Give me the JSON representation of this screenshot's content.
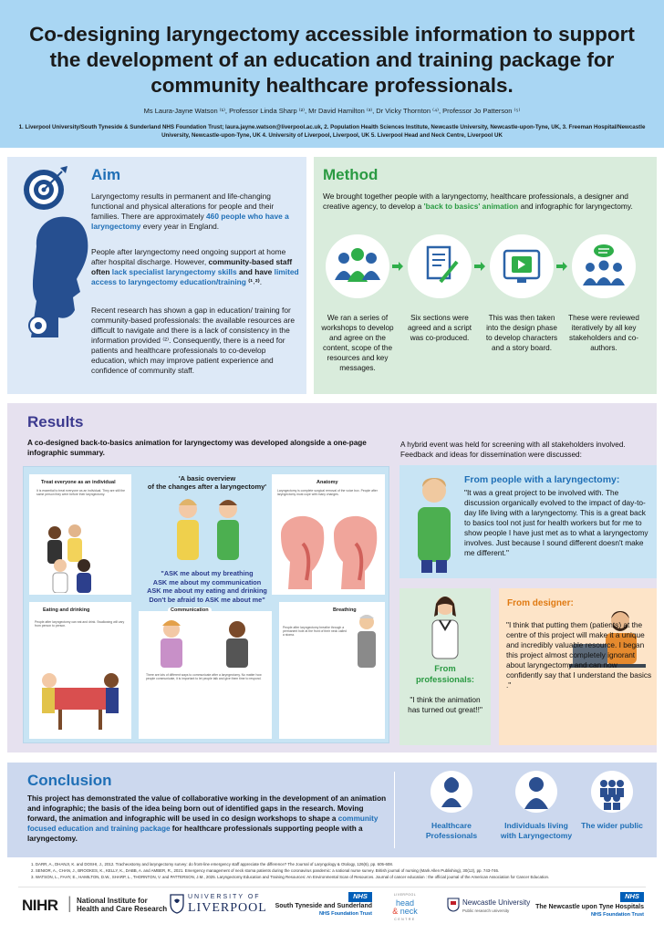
{
  "header": {
    "title": "Co-designing laryngectomy accessible information to support the development of an education and training package for community healthcare professionals.",
    "authors": "Ms Laura-Jayne Watson ⁽¹⁾, Professor Linda Sharp ⁽²⁾, Mr David Hamilton ⁽³⁾, Dr Vicky Thornton ⁽⁴⁾, Professor Jo Patterson ⁽⁵⁾",
    "affiliations": "1. Liverpool University/South Tyneside & Sunderland NHS Foundation Trust; laura.jayne.watson@liverpool.ac.uk, 2. Population Health Sciences Institute, Newcastle University, Newcastle-upon-Tyne, UK, 3. Freeman Hospital/Newcastle University, Newcastle-upon-Tyne, UK 4. University of Liverpool, Liverpool, UK 5. Liverpool Head and Neck Centre, Liverpool UK"
  },
  "aim": {
    "heading": "Aim",
    "icon": "target-icon",
    "p1_a": "Laryngectomy results in permanent and life-changing functional and physical alterations for people and their families. There are approximately ",
    "p1_hl": "460 people who have a laryngectomy",
    "p1_b": " every year in England.",
    "p2_a": "People after laryngectomy need ongoing support at home after hospital discharge. However, ",
    "p2_bold": "community-based staff often ",
    "p2_hl1": "lack specialist laryngectomy skills",
    "p2_mid": " and have ",
    "p2_hl2": "limited access to laryngectomy education/training",
    "p2_ref": " ⁽¹˒²⁾",
    "p2_end": ".",
    "p3": "Recent research has shown a gap in education/ training for community-based professionals: the available resources are difficult to navigate and there is a lack of consistency in the information provided ⁽²⁾. Consequently, there is a need for patients and healthcare professionals to co-develop education, which may improve patient experience and confidence of community staff."
  },
  "method": {
    "heading": "Method",
    "intro_a": "We brought together people with a laryngectomy, healthcare professionals, a designer and creative agency, to develop a ",
    "intro_hl": "'back to basics' animation",
    "intro_b": " and infographic for laryngectomy.",
    "steps": [
      {
        "icon": "workshop-group-icon",
        "text": "We ran a series of workshops to develop and agree on the content, scope of the resources and key messages."
      },
      {
        "icon": "script-document-icon",
        "text": "Six sections were agreed and a script was co-produced."
      },
      {
        "icon": "video-player-icon",
        "text": "This was then taken into the design phase to develop characters and a story board."
      },
      {
        "icon": "review-discussion-icon",
        "text": "These were reviewed iteratively by all key stakeholders and co-authors."
      }
    ],
    "colors": {
      "green": "#2a9a42",
      "arrow": "#2fae4a"
    }
  },
  "results": {
    "heading": "Results",
    "subheading": "A co-designed back-to-basics animation for laryngectomy was developed alongside a one-page infographic summary.",
    "hybrid": "A hybrid event was held for screening with all stakeholders involved. Feedback and ideas for dissemination were discussed:",
    "infographic": {
      "title_line1": "'A basic overview",
      "title_line2": "of the changes after a laryngectomy'",
      "sec_treat": "Treat everyone as an individual",
      "sec_anatomy": "Anatomy",
      "sec_eating": "Eating and drinking",
      "sec_comm": "Communication",
      "sec_breathing": "Breathing",
      "ask1": "\"ASK me about my breathing",
      "ask2": "ASK me about my communication",
      "ask3": "ASK me about my eating and drinking",
      "ask4": "Don't be afraid to ASK me about me\""
    },
    "pwl": {
      "heading": "From people with a laryngectomy:",
      "quote": "\"It was a great project to be involved with. The discussion organically evolved to the impact of day-to-day life living with a laryngectomy. This is a great back to basics tool not just for health workers but for me to show people I have just met as to what a laryngectomy involves. Just because I sound different doesn't make me different.\""
    },
    "professionals": {
      "heading_line1": "From",
      "heading_line2": "professionals:",
      "quote": "\"I think the animation has turned out great!!\""
    },
    "designer": {
      "heading": "From designer:",
      "quote": "\"I think that putting them (patients) at the centre of this project will make it a unique and incredibly valuable resource. I began this project almost completely ignorant about laryngectomy and can now confidently say that I understand the basics .\""
    }
  },
  "conclusion": {
    "heading": "Conclusion",
    "text_a": "This project has demonstrated the value of collaborative working in the development of an animation and infographic; the basis of the idea being born out of identified gaps in the research. Moving forward, the animation and infographic will be used in co design workshops to shape a ",
    "text_hl": "community focused education and training package",
    "text_b": " for healthcare professionals supporting people with a laryngectomy.",
    "audiences": [
      {
        "icon": "healthcare-professional-icon",
        "label": "Healthcare Professionals"
      },
      {
        "icon": "person-icon",
        "label": "Individuals living with Laryngectomy"
      },
      {
        "icon": "public-group-icon",
        "label": "The wider public"
      }
    ]
  },
  "references": [
    "1. DARR, A., DHANJI, K. and DOSHI, J., 2012. Tracheostomy and laryngectomy survey: do front-line emergency staff appreciate the difference? The Journal of Laryngology & Otology, 126(6), pp. 605-608.",
    "2. SENIOR, A., CHAN, J., BROOKES, K., KELLY, K., DABB, A. and AMBER, R., 2021. Emergency management of neck stoma patients during the coronavirus pandemic: a national nurse survey. British journal of nursing (Mark Allen Publishing), 30(12), pp. 743-746.",
    "3. WATSON, L., FAHY, E., HAMILTON, D.W., SHARP, L., THORNTON, V. and PATTERSON, J.M., 2025. Laryngectomy Education and Training Resources: An Environmental Scan of Resources. Journal of cancer education : the official journal of the American Association for Cancer Education."
  ],
  "logos": {
    "nihr_mark": "NIHR",
    "nihr_sep": "|",
    "nihr_line1": "National Institute for",
    "nihr_line2": "Health and Care Research",
    "liverpool_line1": "UNIVERSITY OF",
    "liverpool_line2": "LIVERPOOL",
    "sts_nhs": "NHS",
    "sts_line1": "South Tyneside and Sunderland",
    "sts_line2": "NHS Foundation Trust",
    "hn_line1": "head",
    "hn_amp": "&",
    "hn_line2": "neck",
    "hn_line3": "CENTRE",
    "hn_top": "LIVERPOOL",
    "ncl_line1": "Newcastle University",
    "ncl_line2": "Public research university",
    "nt_nhs": "NHS",
    "nt_line1": "The Newcastle upon Tyne Hospitals",
    "nt_line2": "NHS Foundation Trust"
  },
  "colors": {
    "header_bg": "#a9d6f3",
    "aim_bg": "#dde9f7",
    "method_bg": "#d9ecdc",
    "results_bg": "#e6e1ef",
    "conclusion_bg": "#ccd8ee",
    "blue_accent": "#1f6fb6",
    "green_accent": "#2a9a42",
    "purple_accent": "#3c3a8f",
    "orange_accent": "#e07a12",
    "nhs_blue": "#005eb8"
  }
}
